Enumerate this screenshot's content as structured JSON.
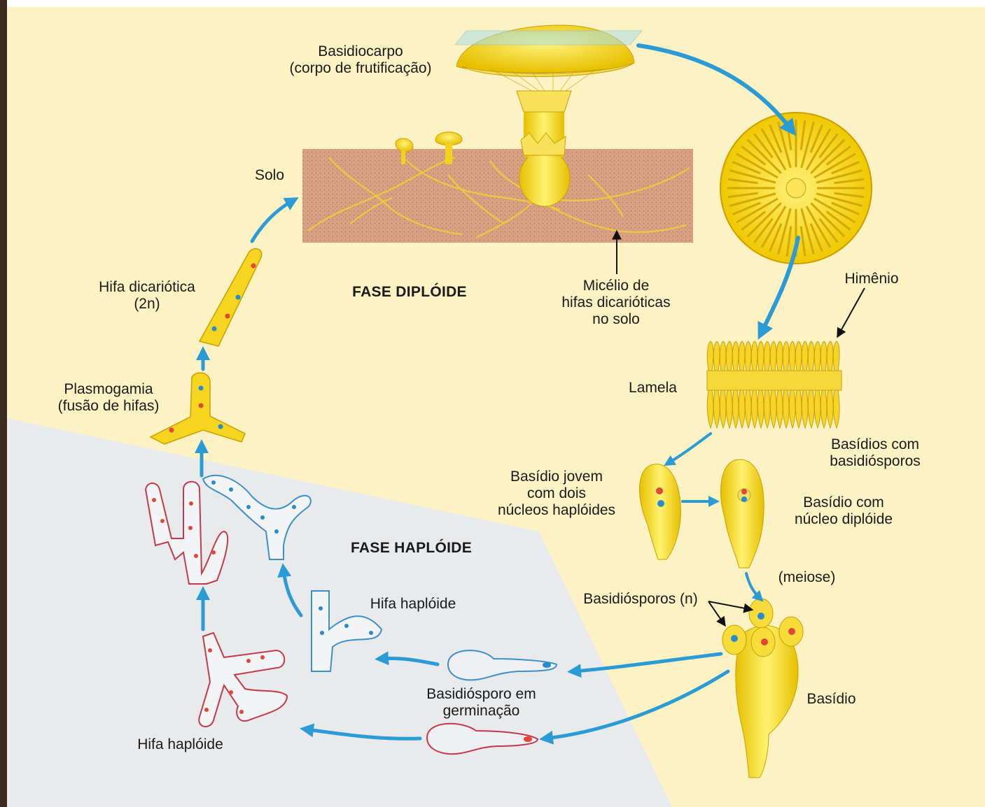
{
  "colors": {
    "diploid_bg": "#fdf2c3",
    "haploid_bg": "#e9eaec",
    "arrow": "#2b9bd6",
    "fungus": "#f2d21a",
    "soil": "#d79b7c",
    "nucleus_red": "#e0463c",
    "nucleus_blue": "#2a8ad0",
    "hypha_red_outline": "#c23a4b",
    "hypha_blue_outline": "#3c8fc9"
  },
  "labels": {
    "basidiocarpo": [
      "Basidiocarpo",
      "(corpo de frutificação)"
    ],
    "solo": "Solo",
    "fase_diploide": "FASE DIPLÓIDE",
    "micelio": [
      "Micélio de",
      "hifas dicarióticas",
      "no solo"
    ],
    "himenio": "Himênio",
    "hifa_dicariotica": [
      "Hifa dicariótica",
      "(2n)"
    ],
    "plasmogamia": [
      "Plasmogamia",
      "(fusão de hifas)"
    ],
    "lamela": "Lamela",
    "basidios_com": [
      "Basídios com",
      "basidiósporos"
    ],
    "basidio_jovem": [
      "Basídio jovem",
      "com dois",
      "núcleos haplóides"
    ],
    "basidio_diploide": [
      "Basídio com",
      "núcleo diplóide"
    ],
    "fase_haploide": "FASE HAPLÓIDE",
    "meiose": "(meiose)",
    "basidiosporos": "Basidiósporos (n)",
    "hifa_haploide_1": "Hifa haplóide",
    "basidiosporo_germinacao": [
      "Basidiósporo em",
      "germinação"
    ],
    "basidio": "Basídio",
    "hifa_haploide_2": "Hifa haplóide"
  }
}
